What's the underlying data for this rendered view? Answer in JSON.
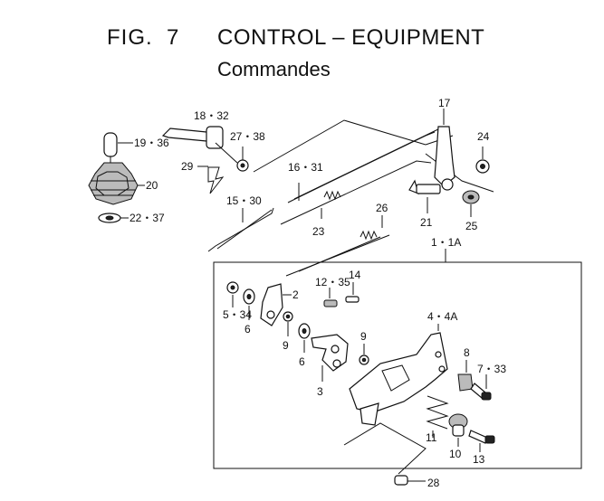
{
  "header": {
    "fig_label": "FIG.  7",
    "title": "CONTROL – EQUIPMENT",
    "subtitle": "Commandes"
  },
  "parts": [
    {
      "id": "p1",
      "label": "1・1A"
    },
    {
      "id": "p2",
      "label": "2"
    },
    {
      "id": "p3",
      "label": "3"
    },
    {
      "id": "p4",
      "label": "4・4A"
    },
    {
      "id": "p5",
      "label": "5・34"
    },
    {
      "id": "p6a",
      "label": "6"
    },
    {
      "id": "p6b",
      "label": "6"
    },
    {
      "id": "p7",
      "label": "7・33"
    },
    {
      "id": "p8",
      "label": "8"
    },
    {
      "id": "p9a",
      "label": "9"
    },
    {
      "id": "p9b",
      "label": "9"
    },
    {
      "id": "p10",
      "label": "10"
    },
    {
      "id": "p11",
      "label": "11"
    },
    {
      "id": "p12",
      "label": "12・35"
    },
    {
      "id": "p13",
      "label": "13"
    },
    {
      "id": "p14",
      "label": "14"
    },
    {
      "id": "p15",
      "label": "15・30"
    },
    {
      "id": "p16",
      "label": "16・31"
    },
    {
      "id": "p17",
      "label": "17"
    },
    {
      "id": "p18",
      "label": "18・32"
    },
    {
      "id": "p19",
      "label": "19・36"
    },
    {
      "id": "p20",
      "label": "20"
    },
    {
      "id": "p21",
      "label": "21"
    },
    {
      "id": "p22",
      "label": "22・37"
    },
    {
      "id": "p23",
      "label": "23"
    },
    {
      "id": "p24",
      "label": "24"
    },
    {
      "id": "p25",
      "label": "25"
    },
    {
      "id": "p26",
      "label": "26"
    },
    {
      "id": "p27",
      "label": "27・38"
    },
    {
      "id": "p28",
      "label": "28"
    },
    {
      "id": "p29",
      "label": "29"
    }
  ]
}
